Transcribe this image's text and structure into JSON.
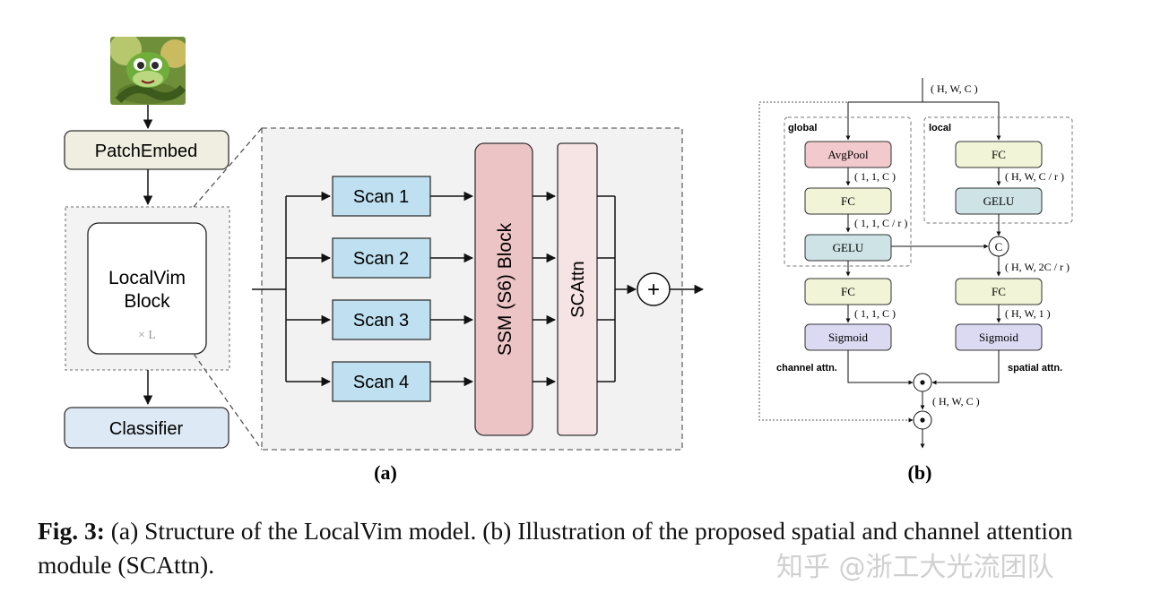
{
  "panel_a": {
    "patch_embed": "PatchEmbed",
    "block_line1": "LocalVim",
    "block_line2": "Block",
    "repeat": "× L",
    "classifier": "Classifier",
    "scans": [
      "Scan 1",
      "Scan 2",
      "Scan 3",
      "Scan 4"
    ],
    "ssm": "SSM (S6) Block",
    "scattn": "SCAttn",
    "plus": "+",
    "label": "(a)"
  },
  "panel_b": {
    "input_shape": "( H, W, C )",
    "global_label": "global",
    "local_label": "local",
    "avgpool": "AvgPool",
    "fc": "FC",
    "gelu": "GELU",
    "sigmoid": "Sigmoid",
    "concat": "C",
    "dot": "•",
    "shape_pool": "( 1, 1, C )",
    "shape_fc_g": "( 1, 1, C / r )",
    "shape_fc_l": "( H, W, C / r )",
    "shape_concat": "( H, W, 2C / r )",
    "shape_ch": "( 1, 1, C )",
    "shape_sp": "( H, W, 1 )",
    "channel_attn": "channel attn.",
    "spatial_attn": "spatial attn.",
    "shape_out": "( H, W, C )",
    "label": "(b)"
  },
  "caption": {
    "fig": "Fig. 3:",
    "text": " (a) Structure of the LocalVim model. (b) Illustration of the proposed spatial and channel attention module (SCAttn)."
  },
  "watermark": "知乎 @浙工大光流团队",
  "colors": {
    "patch_embed": "#efeee0",
    "classifier": "#dde9f4",
    "scan": "#bfe0f0",
    "ssm": "#ecc4c6",
    "scattn": "#f6e3e3",
    "avgpool": "#f2c9cc",
    "fc": "#f1f4d6",
    "gelu": "#cde3e6",
    "sigmoid": "#dcdaf3",
    "panel_bg": "#f2f2f2"
  }
}
